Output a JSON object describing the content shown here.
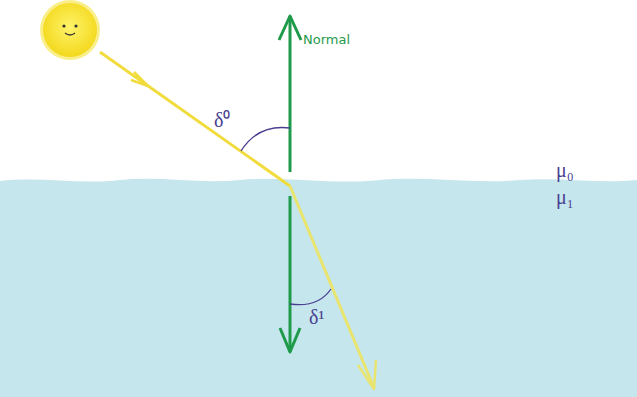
{
  "diagram": {
    "labels": [
      "Normal",
      "δ⁰",
      "δ¹",
      "μ₀",
      "μ₁"
    ]
  }
}
